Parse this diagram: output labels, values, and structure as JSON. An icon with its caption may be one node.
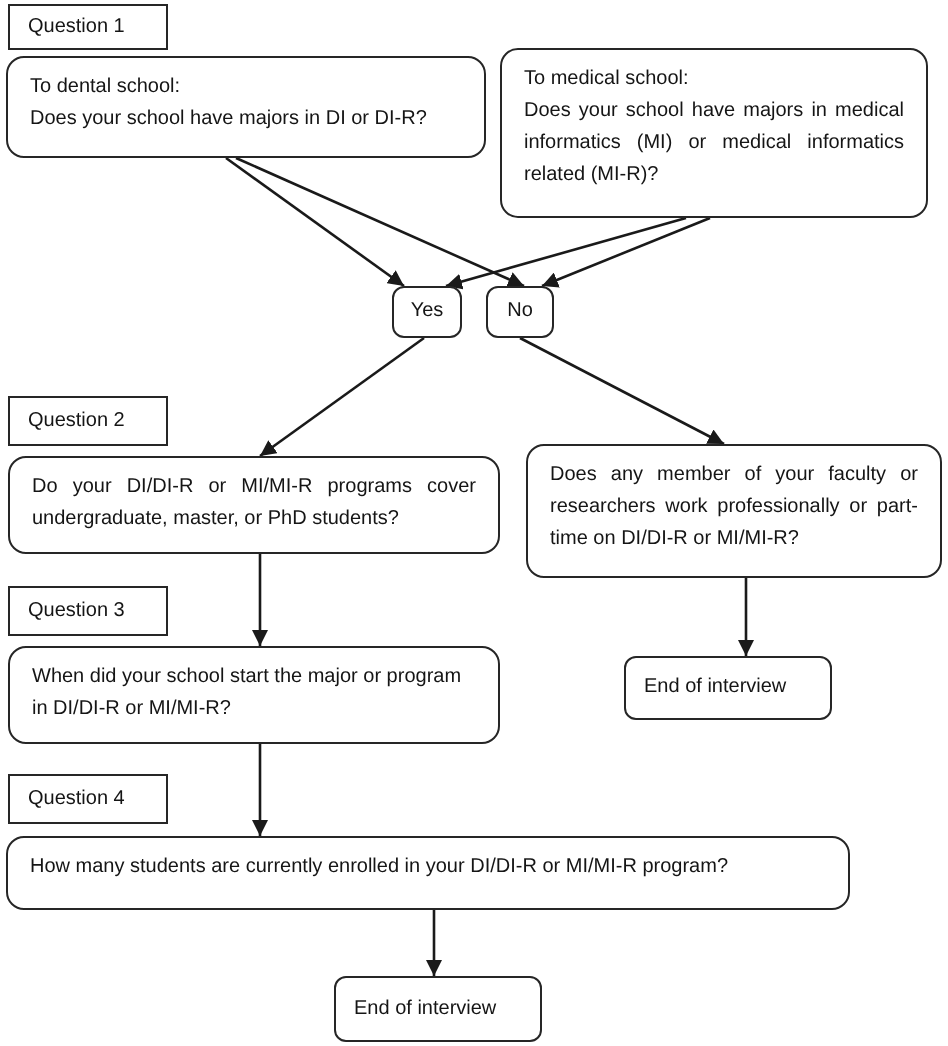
{
  "diagram": {
    "nodes": [
      {
        "text": [
          "Question 1"
        ]
      },
      {
        "text": [
          "To dental school:",
          "Does your school have majors in DI or DI-R?"
        ]
      },
      {
        "text": [
          "To medical school:",
          "Does your school have majors in medical informatics (MI) or medical informatics related (MI-R)?"
        ]
      },
      {
        "text": [
          "Yes"
        ]
      },
      {
        "text": [
          "No"
        ]
      },
      {
        "text": [
          "Question 2"
        ]
      },
      {
        "text": [
          "Do your DI/DI-R or MI/MI-R programs cover undergraduate, master, or PhD students?"
        ]
      },
      {
        "text": [
          "Does any member of your faculty or researchers work professionally or part-time on DI/DI-R or MI/MI-R?"
        ]
      },
      {
        "text": [
          "Question 3"
        ]
      },
      {
        "text": [
          "When did your school start the major or program in DI/DI-R or MI/MI-R?"
        ]
      },
      {
        "text": [
          "End of interview"
        ]
      },
      {
        "text": [
          "Question 4"
        ]
      },
      {
        "text": [
          "How many students are currently enrolled in your DI/DI-R or MI/MI-R program?"
        ]
      },
      {
        "text": [
          "End of interview"
        ]
      }
    ],
    "edges": [
      {
        "from": 1,
        "to": 3,
        "arrow": "to"
      },
      {
        "from": 1,
        "to": 4,
        "arrow": "to"
      },
      {
        "from": 2,
        "to": 3,
        "arrow": "to"
      },
      {
        "from": 2,
        "to": 4,
        "arrow": "to"
      },
      {
        "from": 3,
        "to": 6,
        "arrow": "to"
      },
      {
        "from": 4,
        "to": 7,
        "arrow": "to"
      },
      {
        "from": 6,
        "to": 9,
        "arrow": "to"
      },
      {
        "from": 7,
        "to": 10,
        "arrow": "to"
      },
      {
        "from": 9,
        "to": 12,
        "arrow": "to"
      },
      {
        "from": 12,
        "to": 13,
        "arrow": "to"
      }
    ]
  }
}
